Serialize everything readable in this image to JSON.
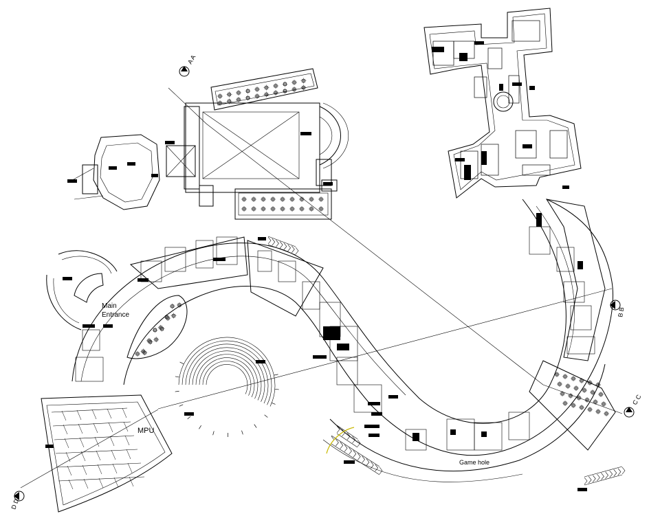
{
  "drawing": {
    "labels": {
      "main_entrance_line1": "Main",
      "main_entrance_line2": "Entrance",
      "mpu": "MPU",
      "game_hole": "Game hole"
    },
    "section_markers": [
      {
        "id": "A",
        "letters": "A  A"
      },
      {
        "id": "B",
        "letters": "B  B"
      },
      {
        "id": "C",
        "letters": "C  C"
      },
      {
        "id": "D",
        "letters": "D  D"
      }
    ]
  }
}
